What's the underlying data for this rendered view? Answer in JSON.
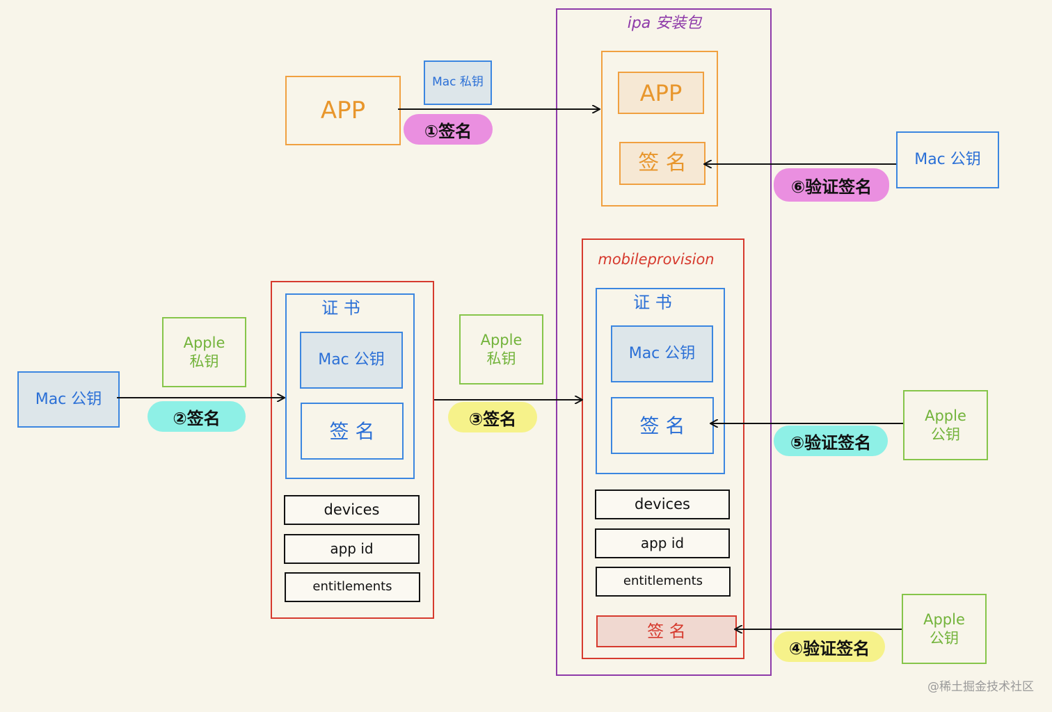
{
  "ipa": {
    "title": "ipa 安装包",
    "app_label": "APP",
    "sign_label": "签 名"
  },
  "provision": {
    "title": "mobileprovision",
    "cert_title": "证 书",
    "mac_public_key": "Mac 公钥",
    "cert_sign": "签 名",
    "devices": "devices",
    "app_id": "app id",
    "entitlements": "entitlements",
    "sign": "签 名"
  },
  "local_cert": {
    "cert_title": "证 书",
    "mac_public_key": "Mac 公钥",
    "cert_sign": "签 名",
    "devices": "devices",
    "app_id": "app id",
    "entitlements": "entitlements"
  },
  "app_source": {
    "label": "APP"
  },
  "mac_private_key": {
    "label": "Mac 私钥"
  },
  "mac_public_key_source": {
    "label": "Mac 公钥"
  },
  "apple_private_key_1": {
    "label": "Apple\n私钥"
  },
  "apple_private_key_2": {
    "label": "Apple\n私钥"
  },
  "mac_public_key_right": {
    "label": "Mac 公钥"
  },
  "apple_public_key_1": {
    "label": "Apple\n公钥"
  },
  "apple_public_key_2": {
    "label": "Apple\n公钥"
  },
  "steps": {
    "step1": "①签名",
    "step2": "②签名",
    "step3": "③签名",
    "step4": "④验证签名",
    "step5": "⑤验证签名",
    "step6": "⑥验证签名"
  },
  "colors": {
    "pink": "#ea8fe0",
    "cyan": "#8ef0e6",
    "yellow": "#f6f28a"
  },
  "watermark": "@稀土掘金技术社区"
}
